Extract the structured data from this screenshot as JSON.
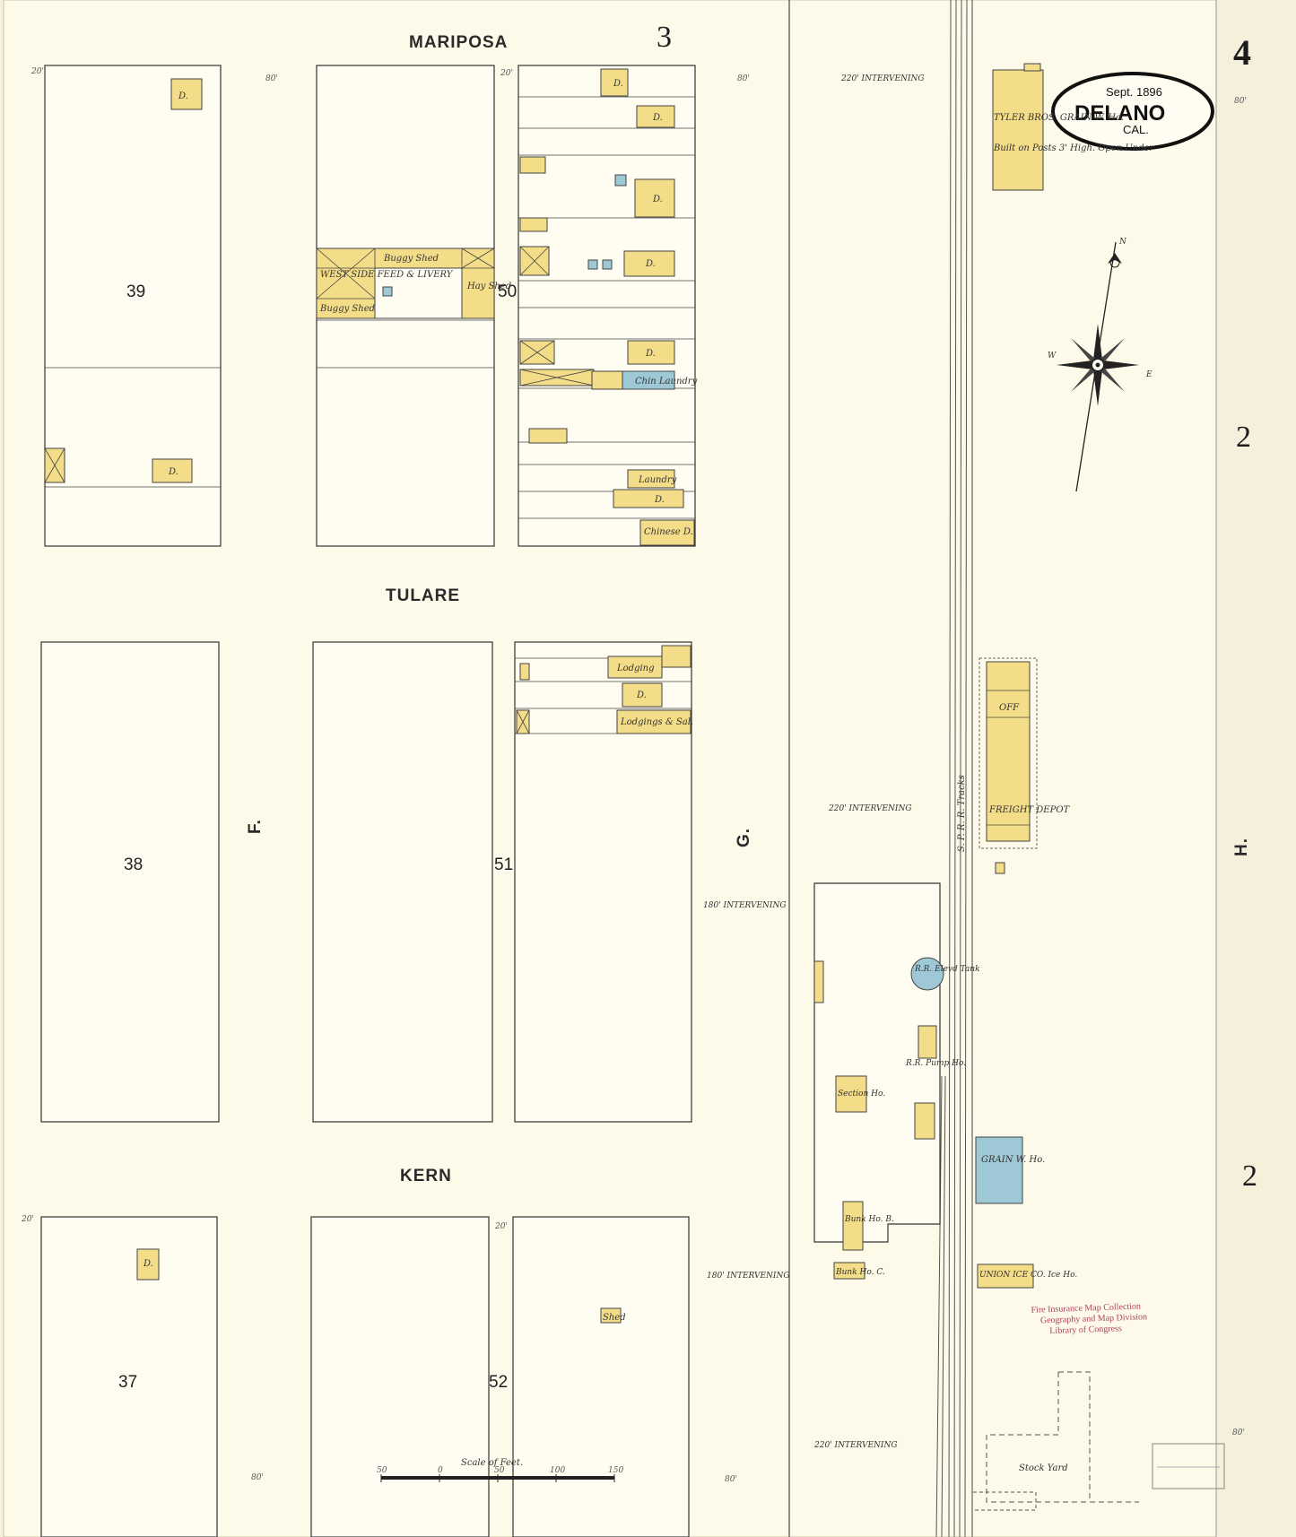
{
  "map": {
    "sheet_number": "4",
    "page_ref_top": "3",
    "page_ref_right_1": "2",
    "page_ref_right_2": "2",
    "title_date": "Sept. 1896",
    "title_place": "DELANO",
    "title_state": "CAL."
  },
  "streets": {
    "mariposa": "MARIPOSA",
    "tulare": "TULARE",
    "kern": "KERN",
    "f": "F.",
    "g": "G.",
    "h": "H."
  },
  "blocks": {
    "b39": "39",
    "b50": "50",
    "b38": "38",
    "b51": "51",
    "b37": "37",
    "b52": "52"
  },
  "labels": {
    "buggy_shed_top": "Buggy Shed",
    "west_side_feed": "WEST SIDE FEED & LIVERY",
    "hay_shed": "Hay Shed",
    "buggy_shed_bottom": "Buggy Shed",
    "chin_laundry": "Chin Laundry",
    "laundry": "Laundry",
    "chinese": "Chinese D.",
    "lodging": "Lodging",
    "lodgings_sal": "Lodgings & Sal.",
    "shed": "Shed",
    "dwelling": "D.",
    "tyler_bros": "TYLER BROS. GRAIN W. Ho.",
    "built_on_posts": "Built on Posts 3' High. Open Under",
    "freight_depot": "FREIGHT DEPOT",
    "off": "OFF",
    "sp_rr_tracks": "S. P. R. R. Tracks",
    "rr_elevd_tank": "R.R. Elevd Tank",
    "rr_pump_ho": "R.R. Pump Ho.",
    "section_ho": "Section Ho.",
    "bunk_b": "Bunk Ho. B.",
    "bunk_c": "Bunk Ho. C.",
    "grain_w_ho": "GRAIN W. Ho.",
    "union_ice": "UNION ICE CO. Ice Ho.",
    "stock_yard": "Stock Yard",
    "intervening_220_top": "220' INTERVENING",
    "intervening_220_mid": "220' INTERVENING",
    "intervening_180_g": "180' INTERVENING",
    "intervening_180_low": "180' INTERVENING",
    "intervening_220_bottom": "220' INTERVENING",
    "scale_title": "Scale of Feet.",
    "scale_50": "50",
    "scale_0": "0",
    "scale_50b": "50",
    "scale_100": "100",
    "scale_150": "150",
    "stamp_line1": "Fire Insurance Map Collection",
    "stamp_line2": "Geography and Map Division",
    "stamp_line3": "Library of Congress",
    "dim_80": "80'",
    "dim_20": "20'"
  },
  "colors": {
    "paper": "#f4f0dc",
    "frame_brick": "#f3dd88",
    "stone_brick": "#9fc8d6"
  },
  "compass": {
    "icon": "compass-rose-icon",
    "north": "N",
    "east": "E",
    "west": "W"
  }
}
